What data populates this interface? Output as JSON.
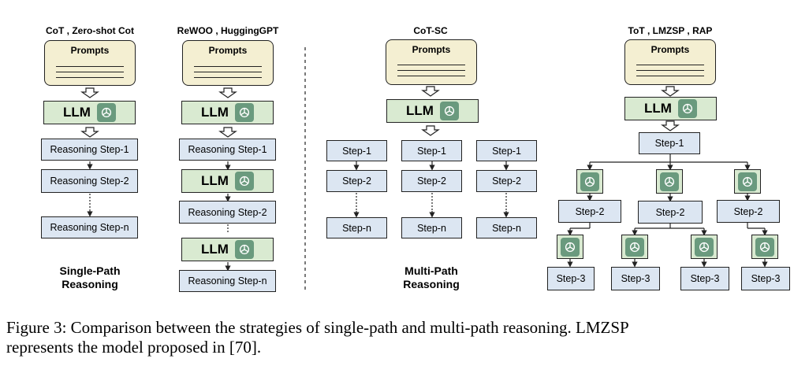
{
  "headers": {
    "col1": "CoT , Zero-shot Cot",
    "col2": "ReWOO , HuggingGPT",
    "col3": "CoT-SC",
    "col4": "ToT , LMZSP , RAP"
  },
  "prompt_label": "Prompts",
  "llm_label": "LLM",
  "steps": {
    "reasoning_step_1": "Reasoning Step-1",
    "reasoning_step_2": "Reasoning Step-2",
    "reasoning_step_n": "Reasoning Step-n",
    "step_1": "Step-1",
    "step_2": "Step-2",
    "step_3": "Step-3",
    "step_n": "Step-n"
  },
  "section_labels": {
    "single_path_line1": "Single-Path",
    "single_path_line2": "Reasoning",
    "multi_path_line1": "Multi-Path",
    "multi_path_line2": "Reasoning"
  },
  "figure_caption": {
    "line1": "Figure 3: Comparison between the strategies of single-path and multi-path reasoning. LMZSP",
    "line2": "represents the model proposed in [70]."
  },
  "icons": [
    "chatgpt-logo-icon",
    "hollow-down-arrow-icon"
  ],
  "colors": {
    "prompt_fill": "#f4efd2",
    "llm_fill": "#d9ead1",
    "step_fill": "#dce6f2",
    "icon_fill": "#6a9a7e"
  }
}
